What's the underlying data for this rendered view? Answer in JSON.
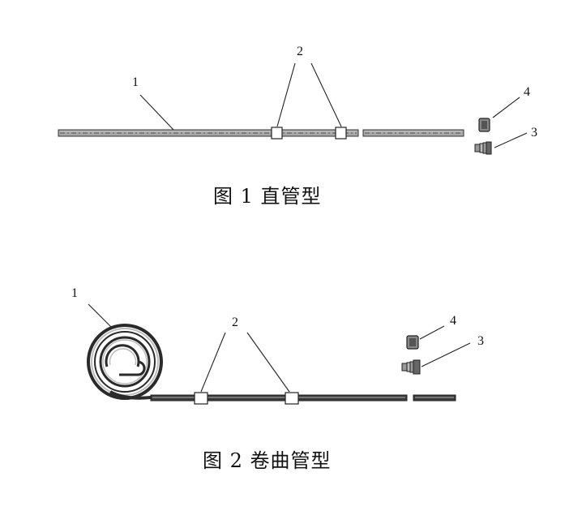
{
  "figure1": {
    "caption": "图 1  直管型",
    "labels": {
      "tube": "1",
      "clips": "2",
      "connector": "3",
      "cap": "4"
    }
  },
  "figure2": {
    "caption": "图 2  卷曲管型",
    "labels": {
      "tube": "1",
      "clips": "2",
      "connector": "3",
      "cap": "4"
    }
  },
  "colors": {
    "stroke": "#222222",
    "tube_fill": "#9a9a9a",
    "tube_dark": "#2a2a2a",
    "clip_fill": "#ffffff"
  }
}
